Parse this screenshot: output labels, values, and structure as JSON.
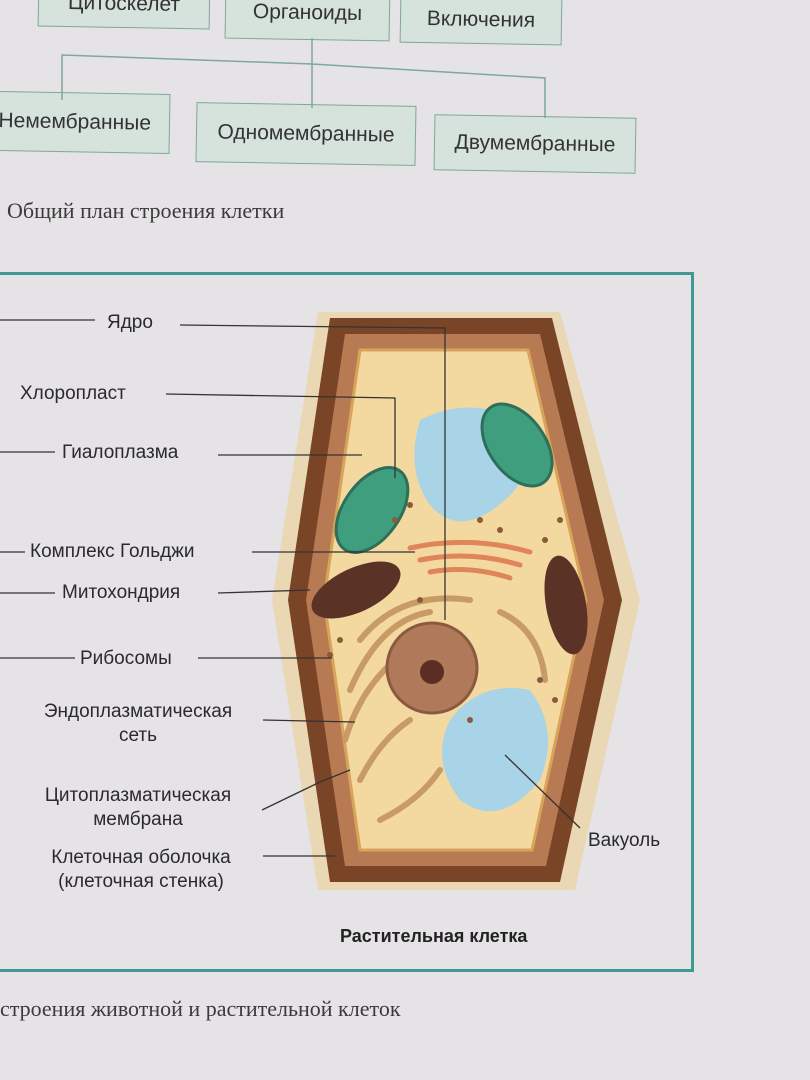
{
  "scheme": {
    "top_boxes": [
      "Цитоскелет",
      "Органоиды",
      "Включения"
    ],
    "bottom_boxes": [
      "Немембранные",
      "Одномембранные",
      "Двумембранные"
    ],
    "caption": ". Общий план строения клетки"
  },
  "figure": {
    "labels": {
      "nucleus": "Ядро",
      "chloroplast": "Хлоропласт",
      "hyaloplasm": "Гиалоплазма",
      "golgi": "Комплекс Гольджи",
      "mitochondrion": "Митохондрия",
      "ribosomes": "Рибосомы",
      "er_1": "Эндоплазматическая",
      "er_2": "сеть",
      "membrane_1": "Цитоплазматическая",
      "membrane_2": "мембрана",
      "wall_1": "Клеточная оболочка",
      "wall_2": "(клеточная стенка)",
      "vacuole": "Вакуоль"
    },
    "title": "Растительная клетка",
    "caption": "строения животной и растительной клеток"
  },
  "colors": {
    "frame": "#3f9a96",
    "box": "#d6e2dc",
    "wall": "#7a4426",
    "cytoplasm": "#f3d9a0",
    "vacuole": "#a9d3e6",
    "chloroplast": "#3f9e7e"
  }
}
